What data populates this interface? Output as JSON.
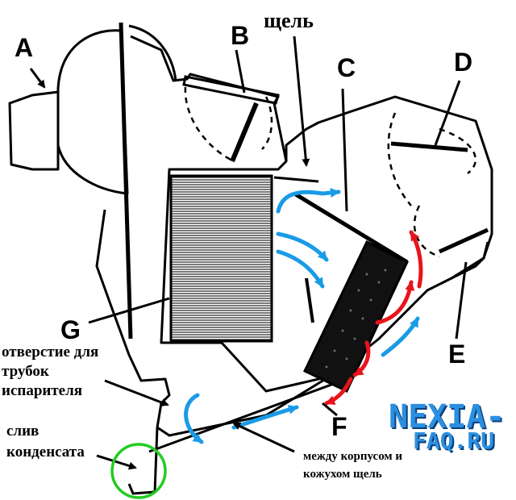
{
  "labels": {
    "A": "A",
    "B": "B",
    "C": "C",
    "D": "D",
    "E": "E",
    "F": "F",
    "G": "G",
    "slot": "щель",
    "evap_hole_line1": "отверстие для",
    "evap_hole_line2": "трубок",
    "evap_hole_line3": "испарителя",
    "drain_line1": "слив",
    "drain_line2": "конденсата",
    "gap_line1": "между корпусом и",
    "gap_line2": "кожухом щель"
  },
  "watermark": {
    "line1": "NEXIA-",
    "line2": "FAQ.RU"
  },
  "colors": {
    "ink": "#000000",
    "air_flow": "#1a9be6",
    "leak_flow": "#e8141c",
    "drain_circle": "#22cc22",
    "watermark": "#2b8fe0"
  }
}
